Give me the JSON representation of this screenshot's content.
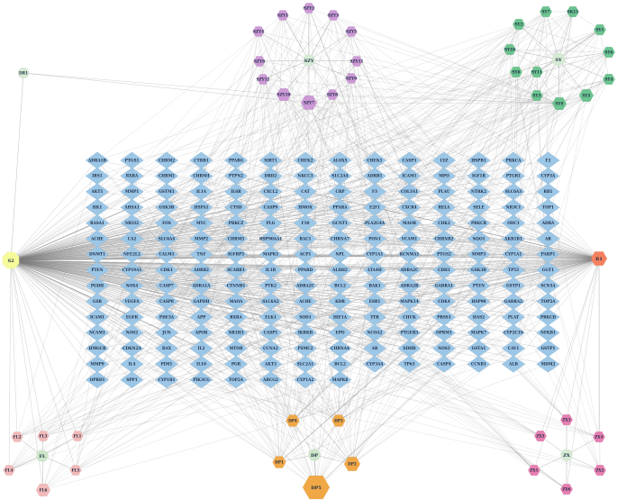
{
  "colors": {
    "target": "#9cc6e6",
    "szy": "#cc99d6",
    "sy": "#6cc38f",
    "fl": "#f2b9b9",
    "dp": "#f0a846",
    "zx": "#e77fb2",
    "hub_s2": "#f5fb9a",
    "hub_r1": "#f4805d",
    "edge": "#7d7d7d"
  },
  "hubs": {
    "s2": "S2",
    "r1": "R1",
    "szy": "SZY",
    "sy": "SY",
    "fl": "FL",
    "dp": "DP",
    "zx": "ZX",
    "dr": "DR1"
  },
  "groups": {
    "szy": [
      "SZY1",
      "SZY2",
      "SZY3",
      "SZY4",
      "SZY5",
      "SZY6",
      "SZY11",
      "SZY12",
      "SZY9",
      "SZY10",
      "SZY8",
      "SZY7"
    ],
    "sy": [
      "SY2",
      "SY7",
      "SK11",
      "SY10",
      "SY1",
      "SY8",
      "SY6",
      "SY3",
      "SY4",
      "SY5",
      "SY9",
      "SY11"
    ],
    "fl": [
      "FL2",
      "FL3",
      "FL1",
      "FL4",
      "FL5",
      "FL6"
    ],
    "dp": [
      "DP4",
      "DP3",
      "DP1",
      "DP2",
      "DP5"
    ],
    "zx": [
      "ZX5",
      "ZX3",
      "ZX4",
      "ZX1",
      "ZX2",
      "ZX6"
    ]
  },
  "targets": [
    [
      "ADRA1B",
      "PTGS1",
      "CHRM2",
      "CTRB1",
      "PPARG",
      "SIRT1",
      "CHEK2",
      "ALOX5",
      "CHEK1",
      "CASP3",
      "LYZ",
      "HSPB1",
      "PRKCA",
      "F2"
    ],
    [
      "IRS1",
      "RXRA",
      "CHRM1",
      "CHRM4",
      "PTPN2",
      "DRD2",
      "NKCC3",
      "SLC2A4",
      "ADRB1",
      "ICAM1",
      "MPO",
      "IGF1R",
      "PTGR1",
      "CYP3A"
    ],
    [
      "AKT1",
      "MMP1",
      "GSTM1",
      "IL1A",
      "IL6R",
      "CXCL2",
      "CAT",
      "CRP",
      "F3",
      "COL3A1",
      "PLAU",
      "NTRK2",
      "SLC6A3",
      "RB1"
    ],
    [
      "HK1",
      "AHSA1",
      "GSK3B",
      "HSPA1",
      "CTSD",
      "CASP9",
      "HMOX",
      "PPARA",
      "E2F1",
      "CXCR4",
      "RELA",
      "SELE",
      "NR3C1",
      "TOP1"
    ],
    [
      "RASA1",
      "NR1I2",
      "FOS",
      "MYC",
      "PRKCZ",
      "PLG",
      "F10",
      "GCNT1",
      "PLA2G4A",
      "MAOB",
      "CDK2",
      "PRKCB",
      "ODC1",
      "ADRA"
    ],
    [
      "ACHE",
      "CA2",
      "SLC6A4",
      "MMP2",
      "CHRM5",
      "HSP90AA1",
      "RAC1",
      "CHRNA7",
      "PON1",
      "VCAM1",
      "CHRNB2",
      "NQO1",
      "AKR1B1",
      "AR"
    ],
    [
      "DNMT1",
      "NFE2L2",
      "CALM1",
      "TNF",
      "IGFBP3",
      "MAPK1",
      "ACP1",
      "NPL",
      "CYP1A1",
      "KCNMA1",
      "PTGS2",
      "MMP3",
      "CYP1A1",
      "PARP1"
    ],
    [
      "PTEN",
      "CYP19A1",
      "CDK1",
      "ADRB2",
      "SCARB1",
      "IL1B",
      "PPARD",
      "ALDH2",
      "LTA4H",
      "ADRA2C",
      "CDH1",
      "GSK3B",
      "TP53",
      "GGT1"
    ],
    [
      "PGDH",
      "NOX4",
      "CASP7",
      "ADRA1A",
      "CTNNB1",
      "PTK2",
      "ADRA2C",
      "BCL2",
      "BAK1",
      "ADRA2B",
      "GABRA1",
      "PTEN",
      "GSTP1",
      "SCN5A"
    ],
    [
      "GSR",
      "VEGFA",
      "CASP8",
      "GAPDH",
      "MAOA",
      "SLC6A2",
      "ACHE",
      "KDR",
      "ESR1",
      "MAPK14",
      "CDK4",
      "HSP90",
      "GABRA2",
      "TOP2A"
    ],
    [
      "ICAM1",
      "EGFR",
      "PDE3A",
      "APP",
      "RXRA",
      "ELK1",
      "SOD1",
      "HIF1A",
      "TTR",
      "CHUK",
      "PRSS1",
      "HAS2",
      "PLAT",
      "PRKCD"
    ],
    [
      "NCAM1",
      "NOS2",
      "JUN",
      "APOB",
      "NR1H3",
      "CASP1",
      "IKBKB",
      "EPO",
      "NCOA2",
      "PTGER3",
      "OPRM1",
      "MAPK7",
      "CYP2C19",
      "NFKB1"
    ],
    [
      "HMGCR",
      "CDKN2A",
      "BAX",
      "IL2",
      "MTOR",
      "CCNA2",
      "PSMC2",
      "CHRNA4",
      "AR",
      "SDHB",
      "NOS3",
      "GSTA1",
      "CAV1",
      "GSTP1"
    ],
    [
      "MMP9",
      "IL4",
      "PIM1",
      "IL10",
      "PGR",
      "AKT3",
      "SLC2A1",
      "BCL2",
      "CYP3A4",
      "TP63",
      "CASP4",
      "CCNB1",
      "ALB",
      "MDM2"
    ],
    [
      "OPRD1",
      "SPP1",
      "CYP1B1",
      "PIK3CG",
      "TOP2A",
      "ABCG2",
      "CYP1A2",
      "MAPK8"
    ]
  ]
}
